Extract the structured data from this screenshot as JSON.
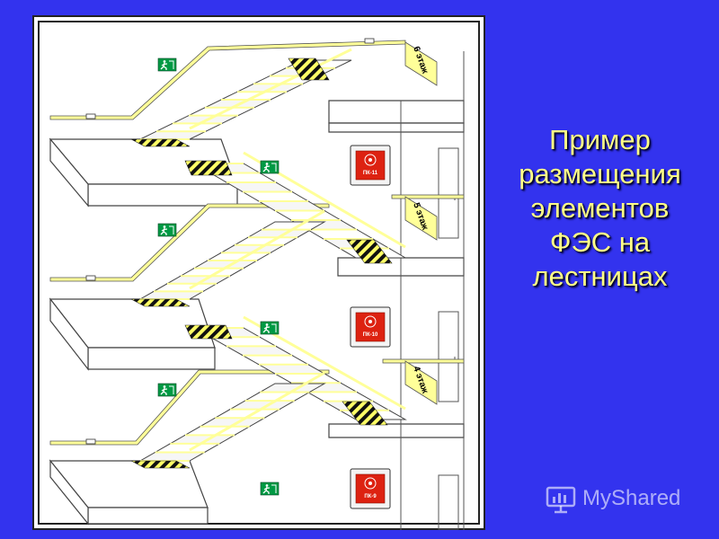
{
  "slide": {
    "caption_lines": [
      "Пример",
      "размещения",
      "элементов",
      "ФЭС на",
      "лестницах"
    ],
    "caption_color": "#ffff88",
    "background_color": "#3333ee"
  },
  "drawing": {
    "floor_labels": [
      "6 этаж",
      "5 этаж",
      "4 этаж"
    ],
    "hydrant_cabinets": [
      {
        "code": "ПК-11"
      },
      {
        "code": "ПК-10"
      },
      {
        "code": "ПК-9"
      }
    ],
    "exit_sign_icon": "running-man-exit-icon",
    "colors": {
      "photoluminescent_stripe": "#ffff99",
      "hazard_stripe_dark": "#111111",
      "hazard_stripe_light": "#ffff66",
      "exit_sign_green": "#009944",
      "hydrant_red": "#dd2211",
      "line": "#444444"
    }
  },
  "watermark": {
    "text": "MyShared",
    "icon": "presentation-icon"
  }
}
